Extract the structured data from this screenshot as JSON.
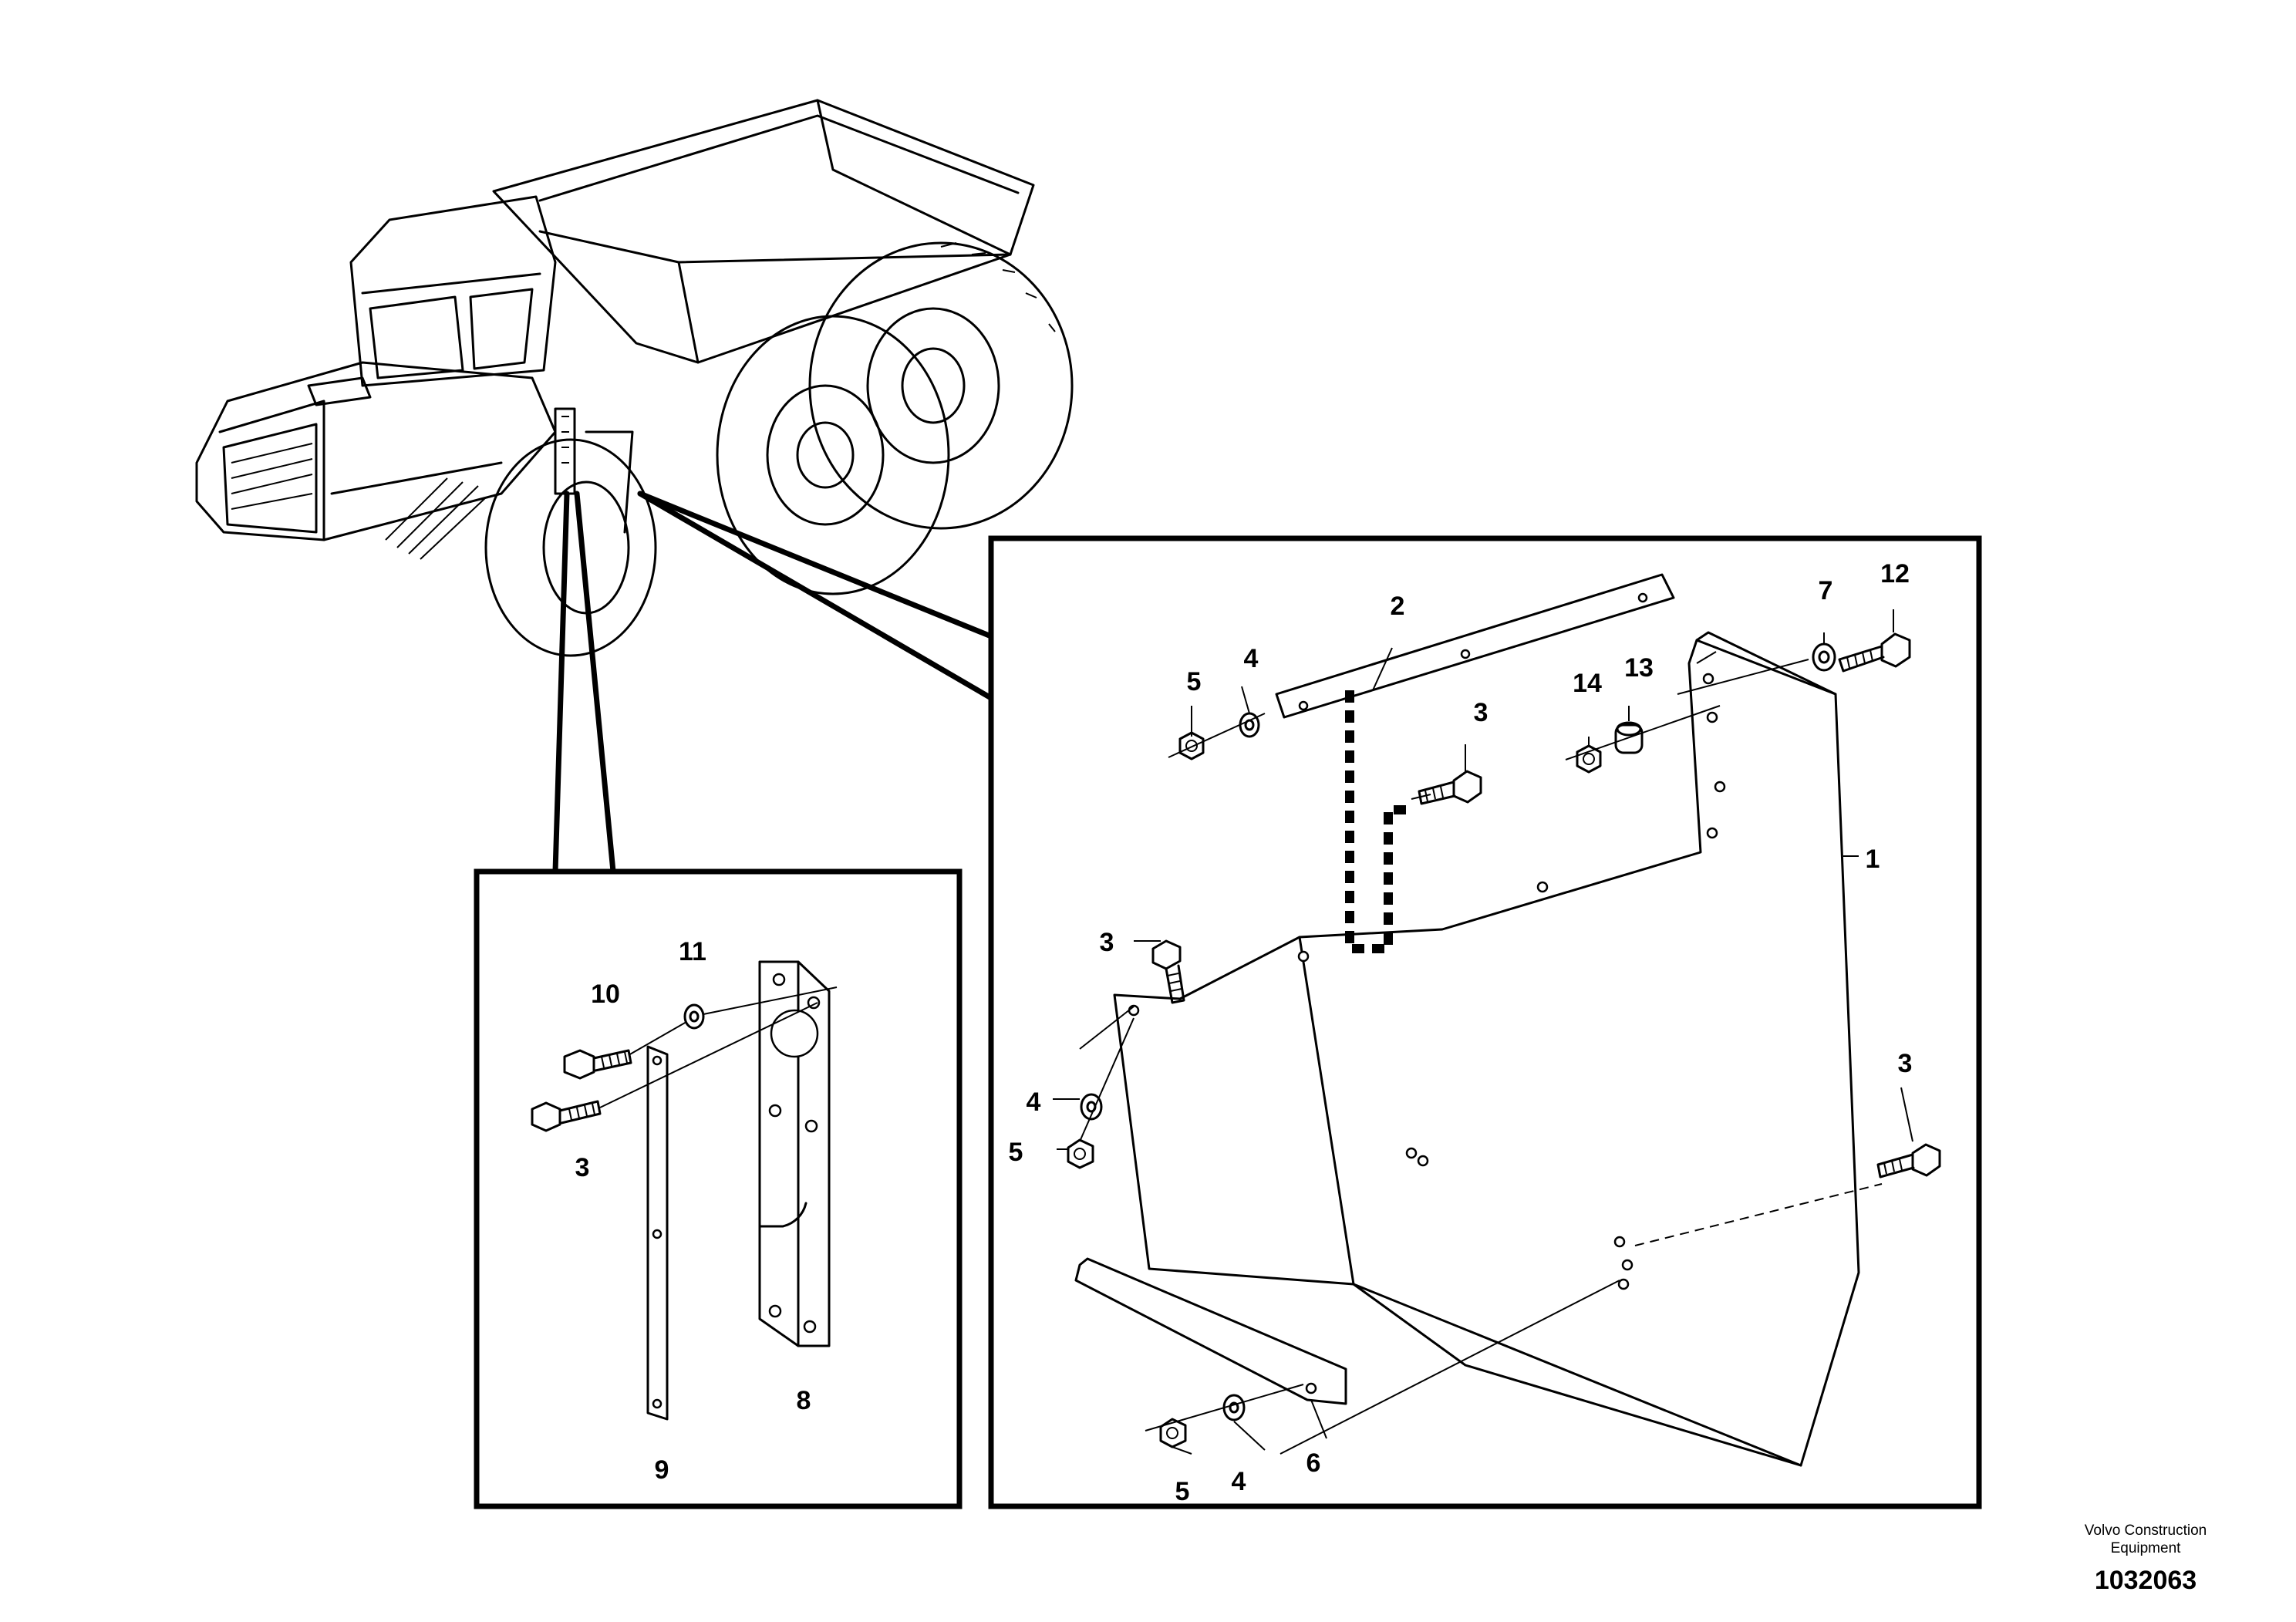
{
  "callouts": {
    "c1": "1",
    "c2": "2",
    "c3_a": "3",
    "c3_b": "3",
    "c3_c": "3",
    "c3_d": "3",
    "c4_a": "4",
    "c4_b": "4",
    "c4_c": "4",
    "c5_a": "5",
    "c5_b": "5",
    "c5_c": "5",
    "c6": "6",
    "c7": "7",
    "c8": "8",
    "c9": "9",
    "c10": "10",
    "c11": "11",
    "c12": "12",
    "c13": "13",
    "c14": "14"
  },
  "footer": {
    "brand_line1": "Volvo Construction",
    "brand_line2": "Equipment",
    "doc_number": "1032063"
  }
}
